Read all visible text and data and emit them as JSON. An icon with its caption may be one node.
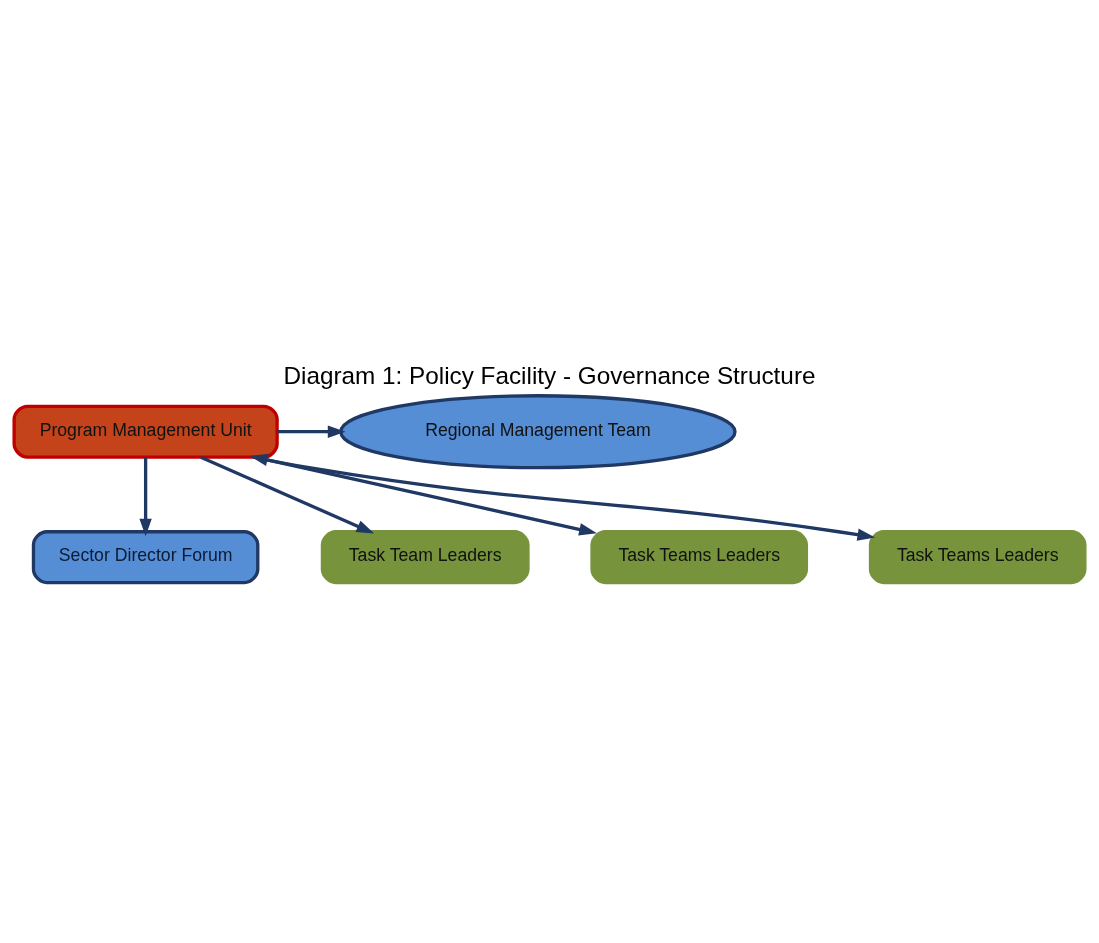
{
  "diagram": {
    "title": "Diagram 1: Policy Facility - Governance Structure",
    "nodes": [
      {
        "text": [
          "Sector Director Forum"
        ]
      },
      {
        "text": [
          "Program Management Unit"
        ]
      },
      {
        "text": [
          "Regional Management Team"
        ]
      },
      {
        "text": [
          "Task Team Leaders"
        ]
      },
      {
        "text": [
          "Task Teams Leaders"
        ]
      },
      {
        "text": [
          "Task Teams Leaders"
        ]
      }
    ],
    "edges": [
      {
        "from": 1,
        "to": 0,
        "arrow": "to"
      },
      {
        "from": 1,
        "to": 2,
        "arrow": "to"
      },
      {
        "from": 1,
        "to": 3,
        "arrow": "to"
      },
      {
        "from": 1,
        "to": 4,
        "arrow": "both"
      },
      {
        "from": 1,
        "to": 5,
        "arrow": "to"
      }
    ]
  }
}
